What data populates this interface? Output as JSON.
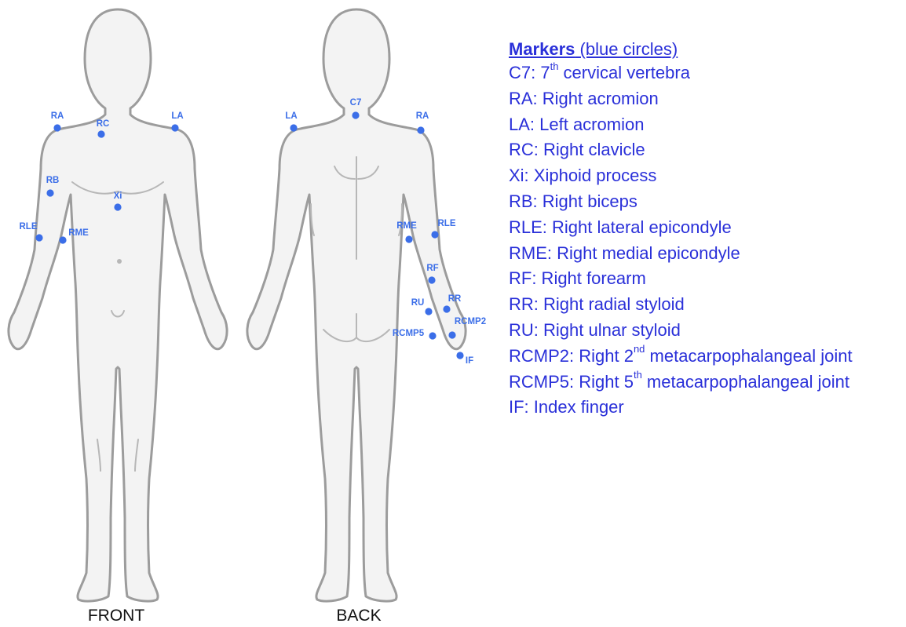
{
  "colors": {
    "marker": "#3b6ee8",
    "legend_text": "#2a30d9",
    "body_fill": "#f3f3f3",
    "body_outline": "#9c9c9c"
  },
  "views": {
    "front": "FRONT",
    "back": "BACK"
  },
  "markers": {
    "front": [
      {
        "label": "RA"
      },
      {
        "label": "RC"
      },
      {
        "label": "LA"
      },
      {
        "label": "RB"
      },
      {
        "label": "Xi"
      },
      {
        "label": "RLE"
      },
      {
        "label": "RME"
      }
    ],
    "back": [
      {
        "label": "C7"
      },
      {
        "label": "LA"
      },
      {
        "label": "RA"
      },
      {
        "label": "RME"
      },
      {
        "label": "RLE"
      },
      {
        "label": "RF"
      },
      {
        "label": "RU"
      },
      {
        "label": "RR"
      },
      {
        "label": "RCMP2"
      },
      {
        "label": "RCMP5"
      },
      {
        "label": "IF"
      }
    ]
  },
  "legend": {
    "title_bold": "Markers",
    "title_rest": " (blue circles)",
    "items": [
      {
        "pre": "C7: 7",
        "sup": "th",
        "post": " cervical vertebra"
      },
      {
        "pre": "RA: Right acromion",
        "sup": "",
        "post": ""
      },
      {
        "pre": "LA: Left acromion",
        "sup": "",
        "post": ""
      },
      {
        "pre": "RC: Right clavicle",
        "sup": "",
        "post": ""
      },
      {
        "pre": "Xi: Xiphoid process",
        "sup": "",
        "post": ""
      },
      {
        "pre": "RB: Right biceps",
        "sup": "",
        "post": ""
      },
      {
        "pre": "RLE: Right lateral epicondyle",
        "sup": "",
        "post": ""
      },
      {
        "pre": "RME: Right medial epicondyle",
        "sup": "",
        "post": ""
      },
      {
        "pre": "RF: Right forearm",
        "sup": "",
        "post": ""
      },
      {
        "pre": "RR: Right radial styloid",
        "sup": "",
        "post": ""
      },
      {
        "pre": "RU: Right ulnar styloid",
        "sup": "",
        "post": ""
      },
      {
        "pre": "RCMP2: Right 2",
        "sup": "nd",
        "post": " metacarpophalangeal joint"
      },
      {
        "pre": "RCMP5: Right 5",
        "sup": "th",
        "post": " metacarpophalangeal joint"
      },
      {
        "pre": "IF: Index finger",
        "sup": "",
        "post": ""
      }
    ]
  }
}
